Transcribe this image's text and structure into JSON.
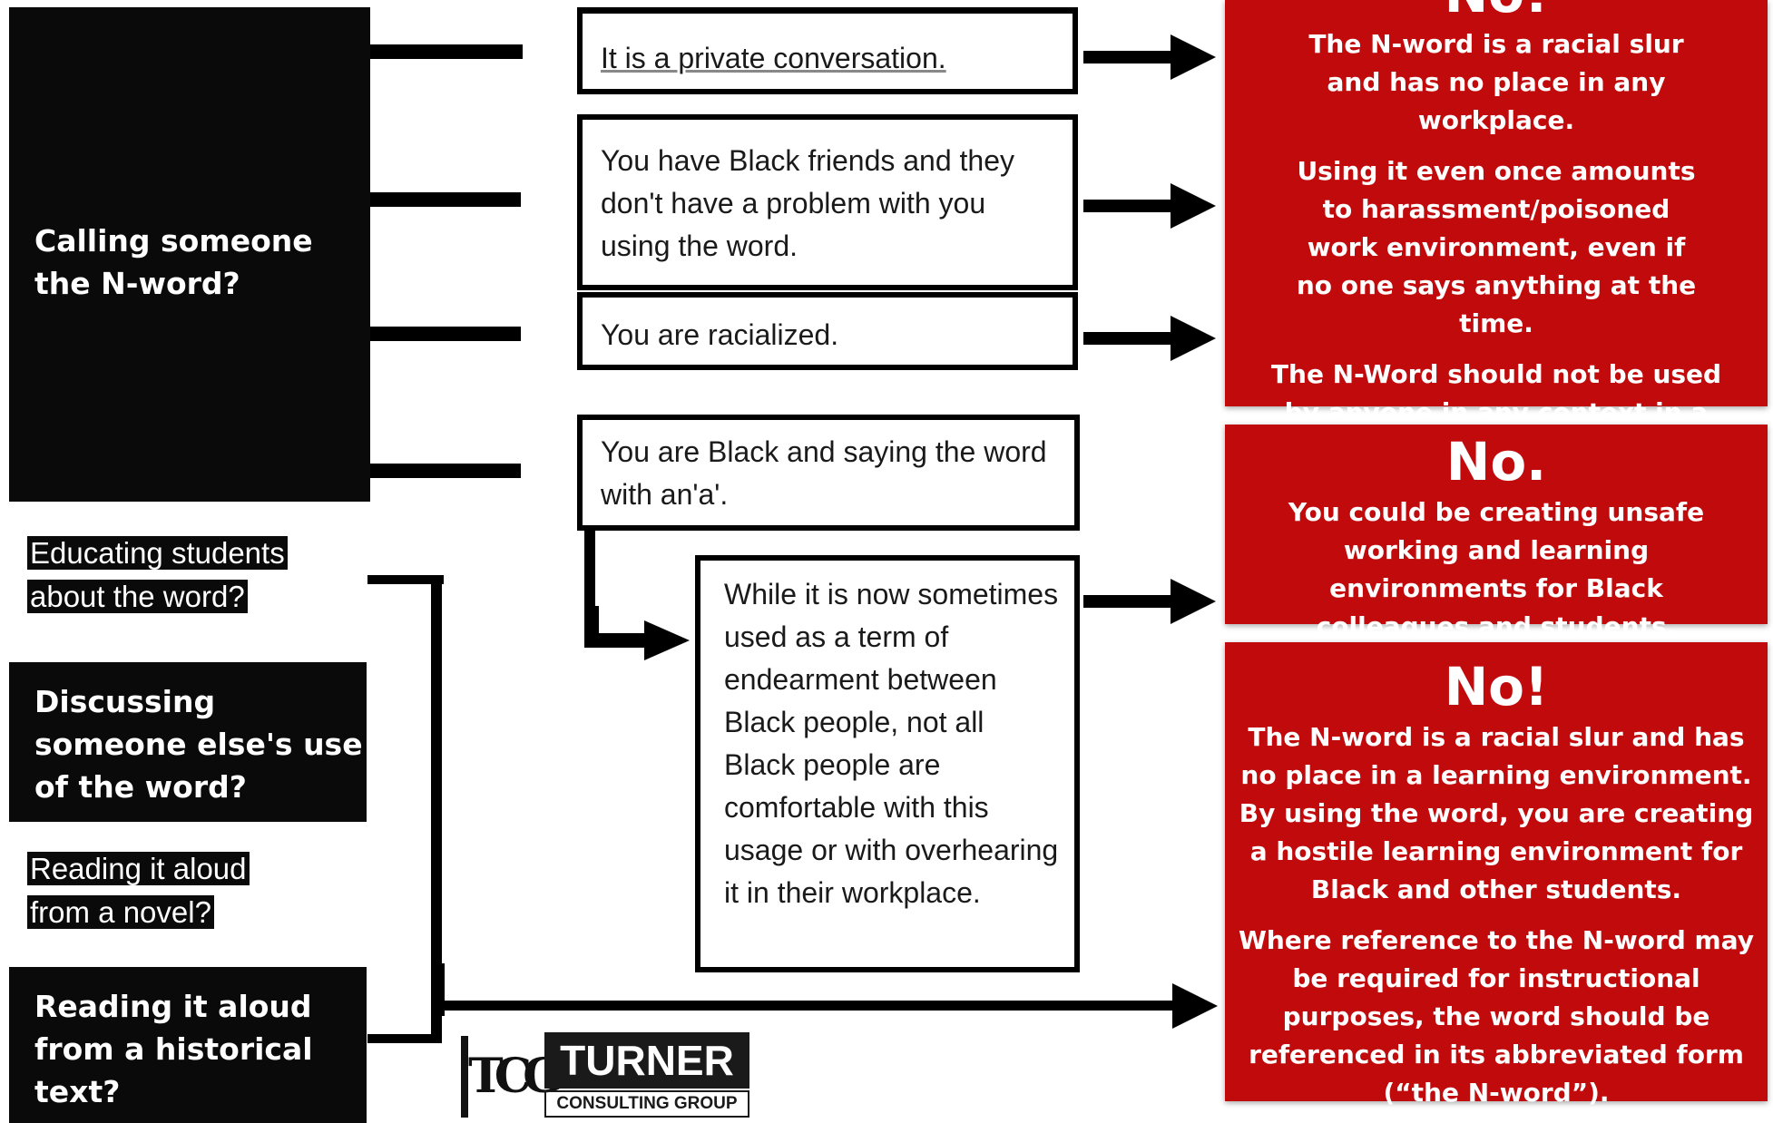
{
  "questions": {
    "calling": "Calling someone the N-word?",
    "educating": "Educating students about the word?",
    "discussing": "Discussing someone else's use of the word?",
    "reading_novel": "Reading it aloud from a novel?",
    "reading_historical": "Reading it aloud from a historical text?"
  },
  "reasons": {
    "private": "It is a private conversation.",
    "friends": "You have Black friends and they don't have a problem with you using the word.",
    "racialized": "You are racialized.",
    "black": "You are Black and saying the word with an'a'.",
    "endearment": "While it is now sometimes used as a term of endearment between Black people, not all Black people are comfortable with this usage or with overhearing it in their workplace."
  },
  "answers": {
    "first": {
      "heading": "No!",
      "p1": "The N-word is a racial slur and has no place in any workplace.",
      "p2": "Using it even once amounts to harassment/poisoned work environment, even if no one says anything at the time.",
      "p3": "The N-Word should not be used by anyone in any context in a workplace or learning environment."
    },
    "second": {
      "heading": "No.",
      "p1": "You could be creating unsafe working and learning environments for Black colleagues and students."
    },
    "third": {
      "heading": "No!",
      "p1": "The N-word is a racial slur and has no place in a learning environment. By using the word, you are creating a hostile learning environment for Black and other students.",
      "p2": "Where reference to the N-word may be required for instructional purposes, the word should be referenced in its abbreviated form (“the N-word”)."
    }
  },
  "logo": {
    "mark": "TCG",
    "name": "TURNER",
    "tagline": "CONSULTING GROUP"
  },
  "colors": {
    "answer_red": "#c00a0c",
    "question_black": "#0a0a0a"
  }
}
